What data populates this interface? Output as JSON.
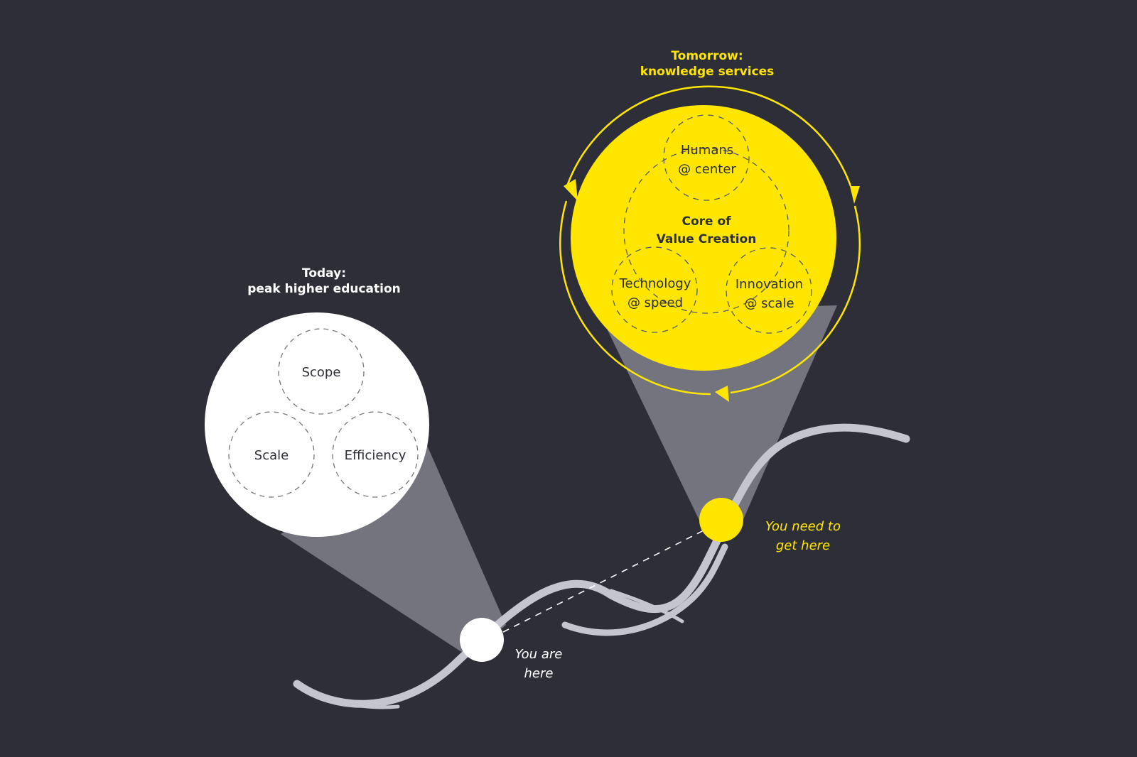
{
  "colors": {
    "background": "#2e2e38",
    "accent_yellow": "#ffe600",
    "white": "#ffffff",
    "spotlight": "#74747f",
    "curve": "#c5c5cf",
    "dash_dark": "#5a5a64"
  },
  "today": {
    "heading_line1": "Today:",
    "heading_line2": "peak higher education",
    "circles": [
      {
        "label": "Scope"
      },
      {
        "label": "Scale"
      },
      {
        "label": "Efficiency"
      }
    ]
  },
  "tomorrow": {
    "heading_line1": "Tomorrow:",
    "heading_line2": "knowledge services",
    "core_line1": "Core of",
    "core_line2": "Value Creation",
    "circles": [
      {
        "line1": "Humans",
        "line2": "@ center"
      },
      {
        "line1": "Technology",
        "line2": "@ speed"
      },
      {
        "line1": "Innovation",
        "line2": "@ scale"
      }
    ],
    "cycle_arrows": [
      "arrow-left-side",
      "arrow-right-side",
      "arrow-bottom"
    ]
  },
  "markers": {
    "current": {
      "line1": "You are",
      "line2": "here"
    },
    "target": {
      "line1": "You need to",
      "line2": "get here"
    }
  }
}
